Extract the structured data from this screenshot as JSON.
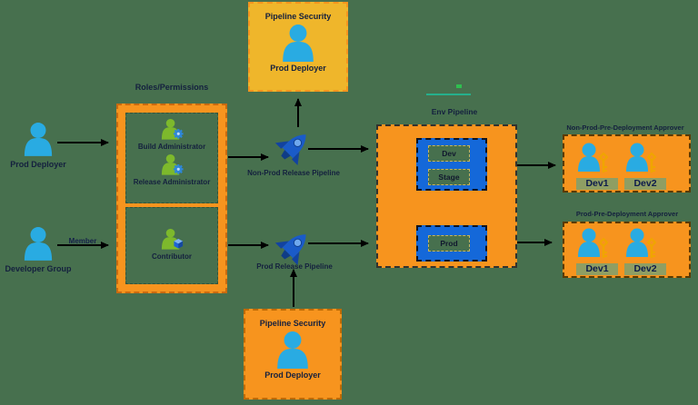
{
  "diagram": {
    "security_boxes": {
      "top": {
        "title": "Pipeline Security",
        "member": "Prod Deployer"
      },
      "bottom": {
        "title": "Pipeline Security",
        "member": "Prod Deployer"
      }
    },
    "actors": {
      "prod_deployer": {
        "label": "Prod Deployer"
      },
      "developer_group": {
        "label": "Developer Group"
      }
    },
    "edges": {
      "member_label": "Member"
    },
    "roles": {
      "title": "Roles/Permissions",
      "group1": [
        {
          "label": "Build Administrator"
        },
        {
          "label": "Release Administrator"
        }
      ],
      "group2": [
        {
          "label": "Contributor"
        }
      ]
    },
    "pipelines": {
      "non_prod": {
        "label": "Non-Prod Release Pipeline"
      },
      "prod": {
        "label": "Prod Release Pipeline"
      }
    },
    "env": {
      "title": "Env Pipeline",
      "stages": [
        "Dev",
        "Stage",
        "Prod"
      ]
    },
    "approvers": [
      {
        "title": "Non-Prod-Pre-Deployment Approver",
        "members": [
          "Dev1",
          "Dev2"
        ]
      },
      {
        "title": "Prod-Pre-Deployment Approver",
        "members": [
          "Dev1",
          "Dev2"
        ]
      }
    ]
  },
  "icons": {
    "actor": "person-icon",
    "role": "person-with-gear-icon",
    "contributor": "person-with-cube-icon",
    "approver": "person-with-key-icon",
    "pipeline": "rocket-icon"
  },
  "colors": {
    "background": "#47704E",
    "orange": "#F7941E",
    "gold": "#EFB62B",
    "blue_container": "#1468D9",
    "person_blue": "#29ABE2",
    "person_green": "#7DB92C",
    "key_gold": "#F0A500",
    "teal_line": "#25B08C",
    "arrow": "#000000"
  }
}
